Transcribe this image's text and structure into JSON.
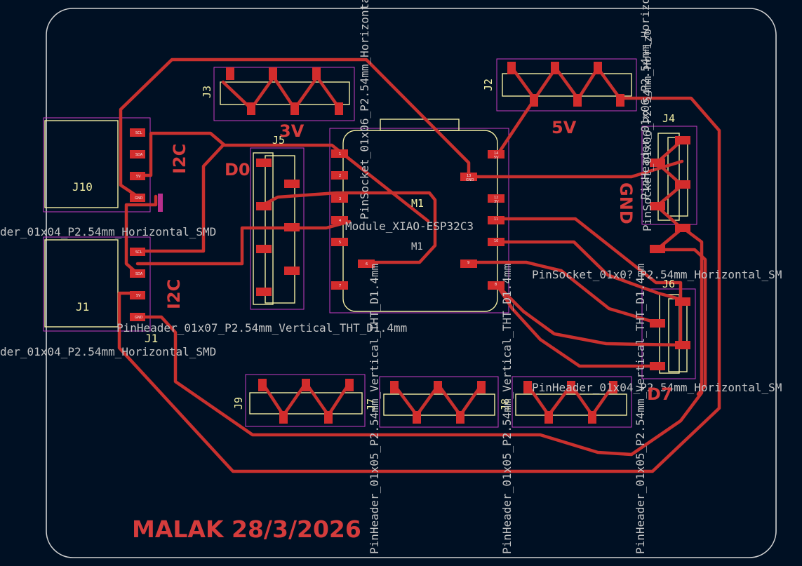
{
  "board": {
    "colors": {
      "background": "#001023",
      "copper": "#c8302e",
      "silkscreen": "#f2eda1",
      "courtyard": "#c73bc3",
      "edge": "#d0d0d0",
      "fab_text": "#c4c4c4"
    },
    "signature": "MALAK 28/3/2026"
  },
  "labels": {
    "v3": "3V",
    "v5": "5V",
    "d0": "D0",
    "d7": "D7",
    "gnd": "GND",
    "i2c_top": "I2C",
    "i2c_bottom": "I2C"
  },
  "refs": {
    "j1": "J1",
    "j2": "J2",
    "j3": "J3",
    "j4": "J4",
    "j5": "J5",
    "j6": "J6",
    "j7": "J7",
    "j8": "J8",
    "j9": "J9",
    "j10": "J10",
    "m1": "M1"
  },
  "fab": {
    "j10_footprint": "der_01x04_P2.54mm_Horizontal_SMD",
    "j1_footprint": "der_01x04_P2.54mm_Horizontal_SMD",
    "j5_footprint": "PinHeader_01x07_P2.54mm_Vertical_THT_D1.4mm",
    "m1_footprint": "Module_XIAO-ESP32C3",
    "m1_ref": "M1",
    "j4_right": "PinSocket_01x0? P2.54mm_Horizontal_SM",
    "j8_right": "PinHeader_01x04_P2.54mm_Horizontal_SM",
    "j2_vertical": "PinHeader_01x06_P2.54mm_Horizonta",
    "j4_vertical": "PinSocket_01x06_P2.54mm_Horizo",
    "v_left_top": "PinSocket_01x06_P2.54mm_Horizonta",
    "v_bottom_1": "PinHeader_01x05_P2.54mm_Vertical_THT_D1.4mm",
    "v_bottom_2": "PinHeader_01x05_P2.54mm_Vertical_THT_D1.4mm",
    "v_bottom_3": "PinHeader_01x05_P2.54mm_Vertical_THT_D1.4mm"
  },
  "pins": {
    "j10": [
      "SCL",
      "SDA",
      "5V",
      "GND"
    ],
    "j1": [
      "SCL",
      "SDA",
      "5V",
      "GND"
    ],
    "m1_left": [
      "1",
      "2",
      "3",
      "4",
      "5",
      "6",
      "7"
    ],
    "m1_right": [
      "14",
      "13",
      "12",
      "11",
      "10",
      "9",
      "8"
    ],
    "m1_right_net": [
      "5V",
      "GND",
      "3V",
      "",
      "",
      "",
      ""
    ]
  }
}
